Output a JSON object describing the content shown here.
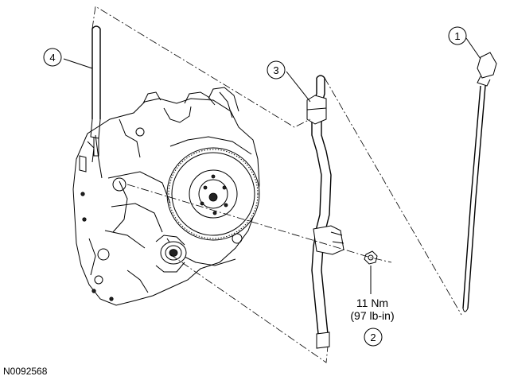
{
  "callouts": [
    {
      "number": "1"
    },
    {
      "number": "2"
    },
    {
      "number": "3"
    },
    {
      "number": "4"
    }
  ],
  "torque": {
    "line1": "11 Nm",
    "line2": "(97 lb-in)"
  },
  "figure_id": "N0092568",
  "colors": {
    "line": "#000000",
    "background": "#ffffff"
  }
}
